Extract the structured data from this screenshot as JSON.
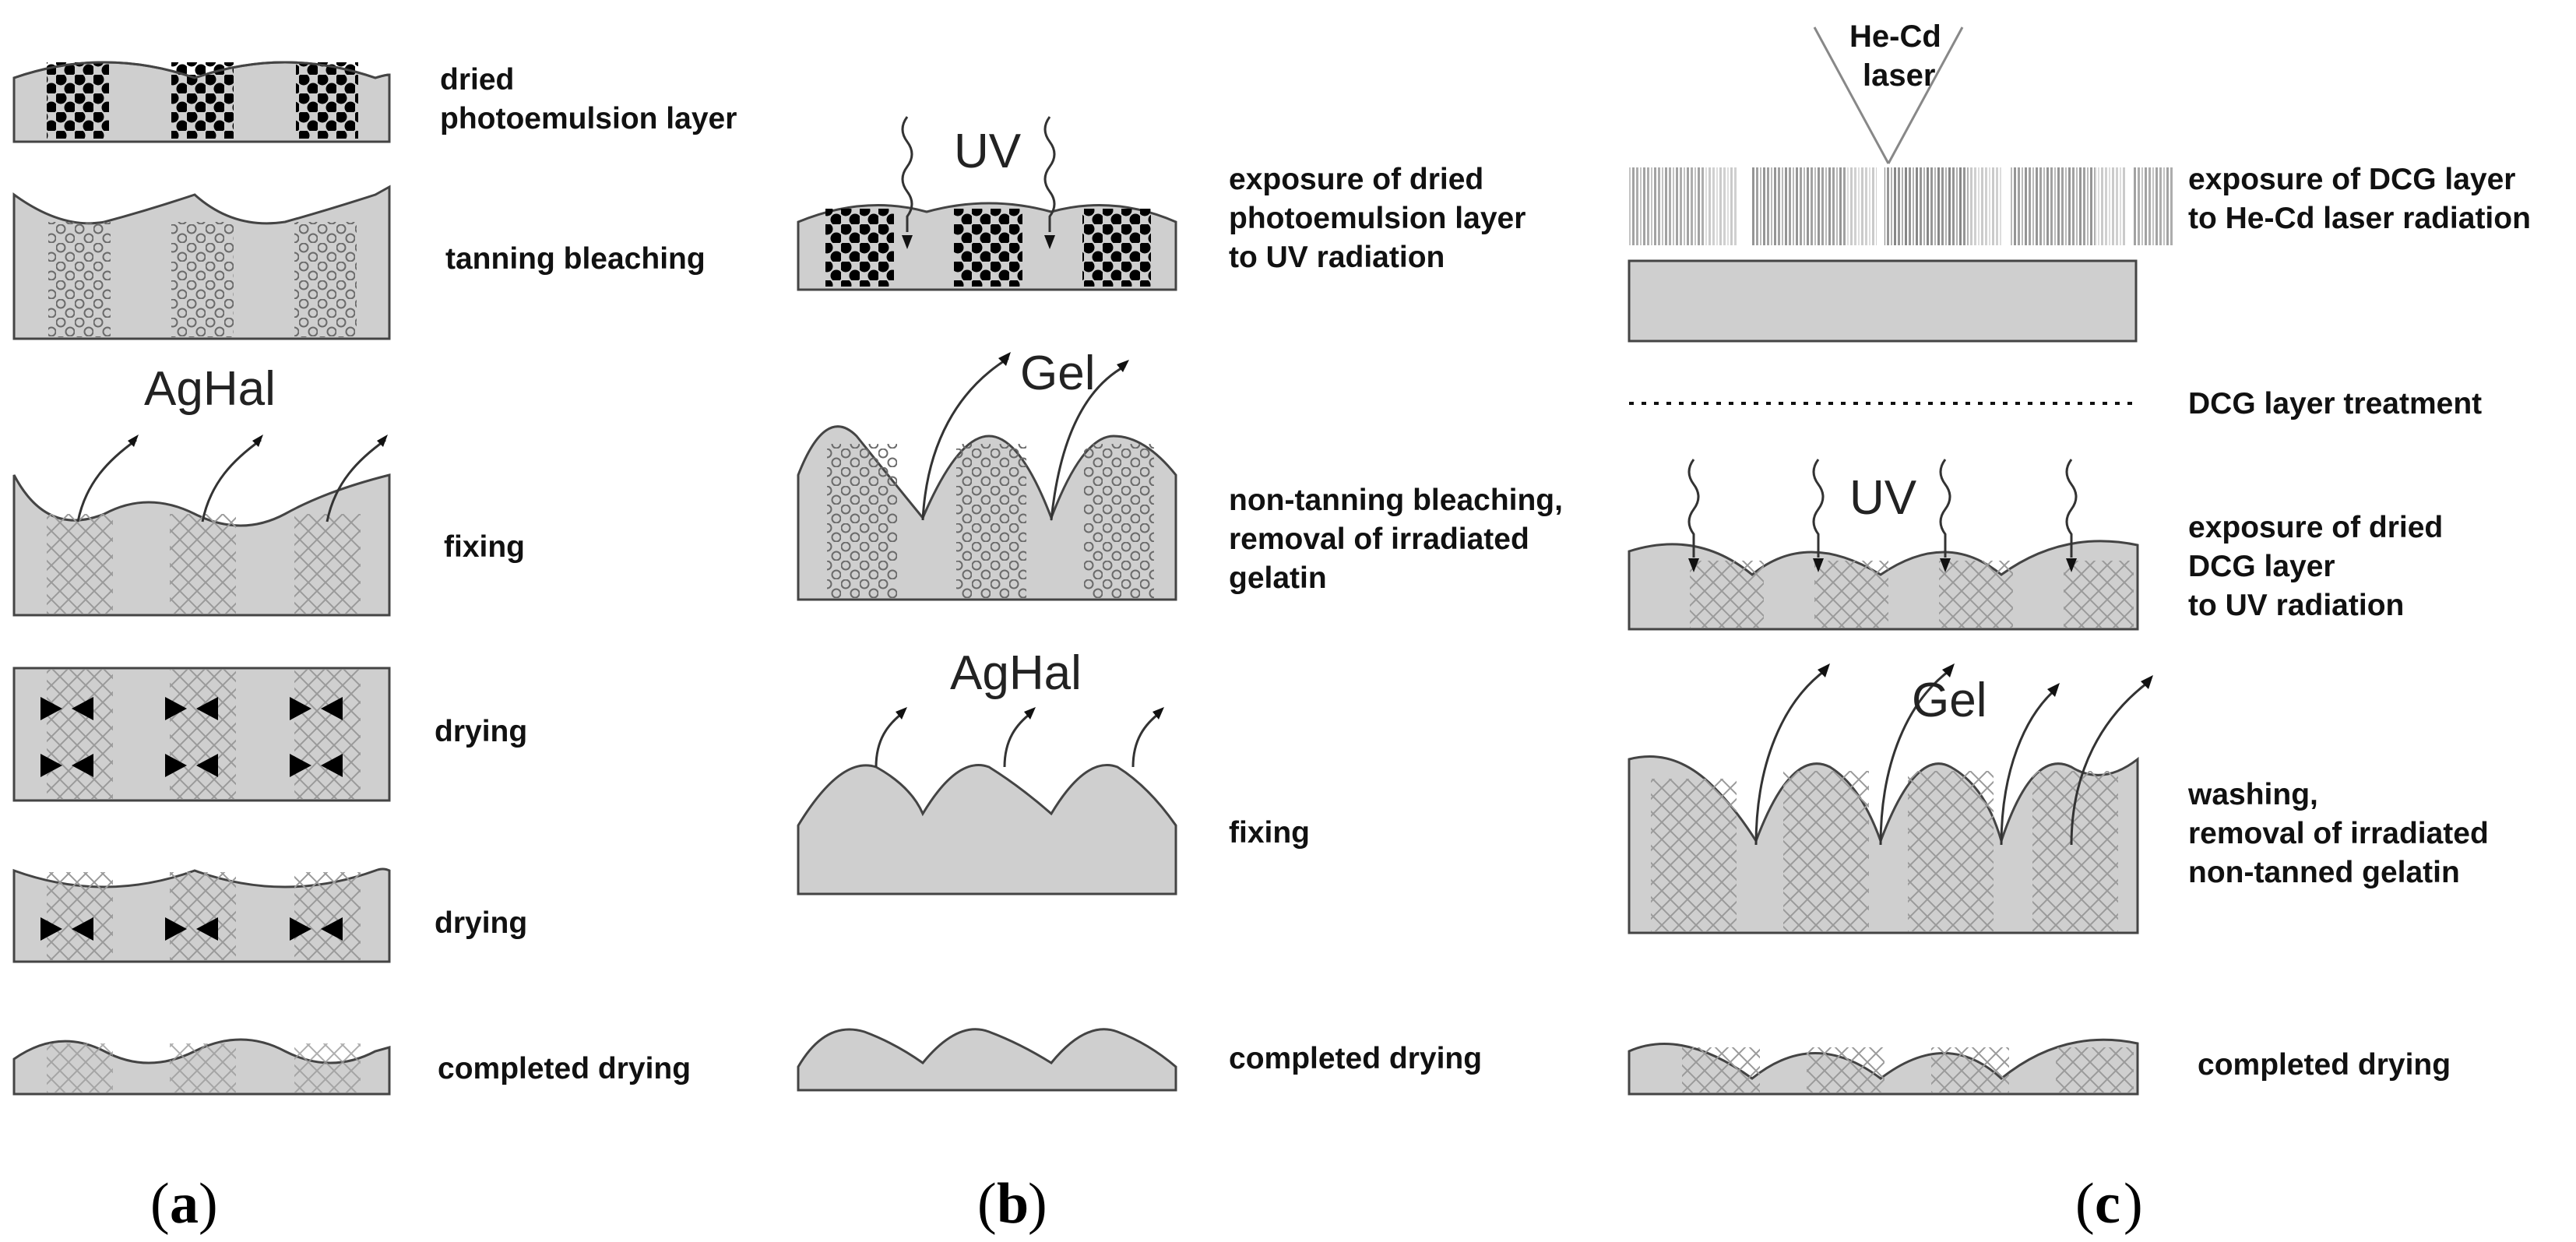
{
  "panel_a": {
    "tag": "a",
    "steps": [
      "dried",
      "photoemulsion layer",
      "tanning bleaching",
      "fixing",
      "drying",
      "drying",
      "completed drying"
    ],
    "agent_label": "AgHal"
  },
  "panel_b": {
    "tag": "b",
    "steps": [
      "exposure of dried",
      "photoemulsion layer",
      "to UV radiation",
      "non-tanning bleaching,",
      "removal of irradiated",
      "gelatin",
      "fixing",
      "completed drying"
    ],
    "uv_label": "UV",
    "gel_label": "Gel",
    "agent_label": "AgHal"
  },
  "panel_c": {
    "tag": "c",
    "laser_line1": "He-Cd",
    "laser_line2": "laser",
    "steps": [
      "exposure of DCG layer",
      "to He-Cd laser radiation",
      "DCG layer treatment",
      "exposure of dried",
      "DCG layer",
      "to UV radiation",
      "washing,",
      "removal of irradiated",
      "non-tanned gelatin",
      "completed drying"
    ],
    "uv_label": "UV",
    "gel_label": "Gel"
  },
  "colors": {
    "layer_fill": "#cfcfcf",
    "outline": "#444444",
    "dots": "#000000",
    "hatch": "#9a9a9a"
  }
}
